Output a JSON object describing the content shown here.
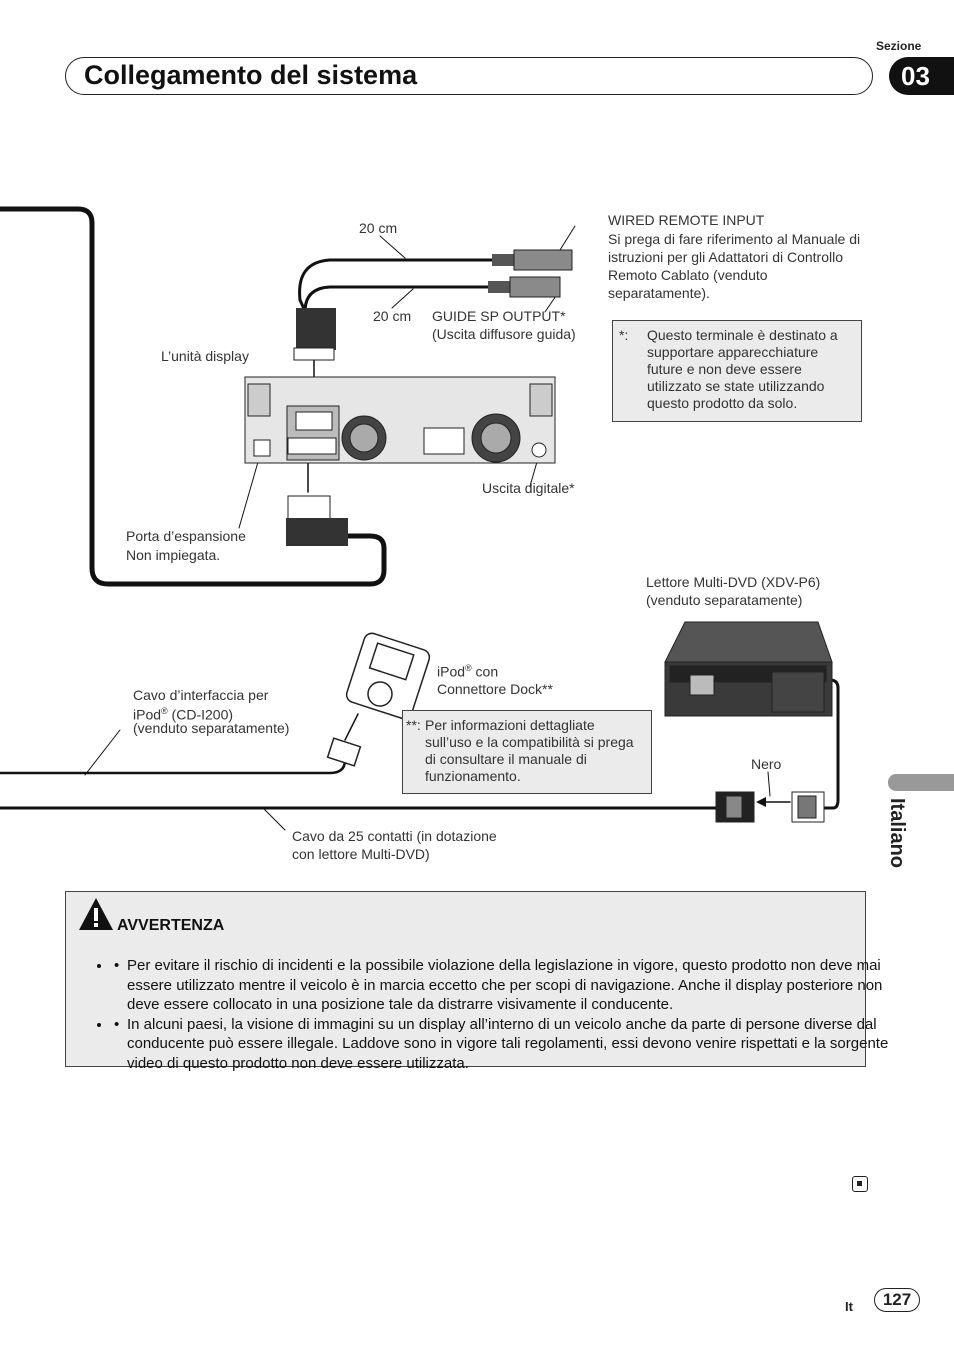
{
  "header": {
    "title": "Collegamento del sistema",
    "section_label": "Sezione",
    "section_number": "03"
  },
  "sidebar": {
    "language": "Italiano"
  },
  "diagram": {
    "label_20cm_top": "20 cm",
    "label_20cm_bottom": "20 cm",
    "wired_remote_title": "WIRED REMOTE INPUT",
    "wired_remote_desc": "Si prega di fare riferimento al Manuale di istruzioni per gli Adattatori di Controllo Remoto Cablato (venduto separatamente).",
    "guide_sp_line1": "GUIDE SP OUTPUT*",
    "guide_sp_line2": "(Uscita diffusore guida)",
    "display_unit": "L’unità display",
    "note_star_mark": "*:",
    "note_star_text": "Questo terminale è destinato a supportare apparecchiature future e non deve essere utilizzato se state utilizzando questo prodotto da solo.",
    "digital_out": "Uscita digitale*",
    "expansion_port_line1": "Porta d’espansione",
    "expansion_port_line2": "Non impiegata.",
    "dvd_player_line1": "Lettore Multi-DVD (XDV-P6)",
    "dvd_player_line2": "(venduto separatamente)",
    "ipod_name": "iPod",
    "ipod_reg": "®",
    "ipod_con": " con",
    "ipod_line2": "Connettore Dock**",
    "ipod_cable_line1": "Cavo d’interfaccia per",
    "ipod_cable_ipod": "iPod",
    "ipod_cable_reg": "®",
    "ipod_cable_model": " (CD-I200)",
    "ipod_cable_line3": "(venduto separatamente)",
    "note_dstar_mark": "**:",
    "note_dstar_text": "Per informazioni dettagliate sull’uso e la compatibilità si prega di consultare il manuale di funzionamento.",
    "black": "Nero",
    "cable25_line1": "Cavo da 25 contatti (in dotazione",
    "cable25_line2": "con lettore Multi-DVD)"
  },
  "warning": {
    "title": "AVVERTENZA",
    "items": [
      "Per evitare il rischio di incidenti e la possibile violazione della legislazione in vigore, questo prodotto non deve mai essere utilizzato mentre il veicolo è in marcia eccetto che per scopi di navigazione. Anche il display posteriore non deve essere collocato in una posizione tale da distrarre visivamente il conducente.",
      "In alcuni paesi, la visione di immagini su un display all’interno di un veicolo anche da parte di persone diverse dal conducente può essere illegale. Laddove sono in vigore tali regolamenti, essi devono venire rispettati e la sorgente video di questo prodotto non deve essere utilizzata."
    ]
  },
  "footer": {
    "lang_code": "It",
    "page_number": "127"
  }
}
